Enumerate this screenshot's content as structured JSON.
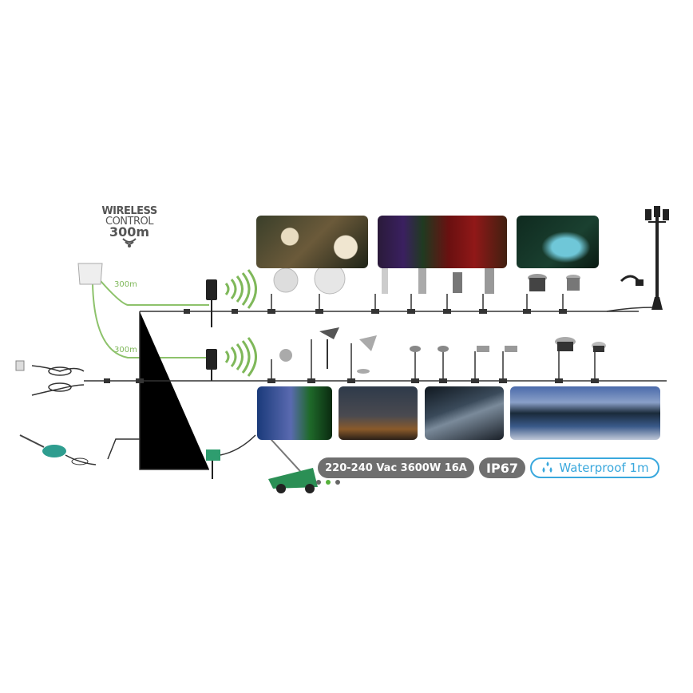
{
  "wireless": {
    "line1": "WIRELESS",
    "line2": "CONTROL",
    "line3": "300m",
    "icon": "wifi-signal-icon"
  },
  "distances": {
    "top": "300m",
    "bottom": "300m"
  },
  "specs": {
    "voltage": "220-240 Vac  3600W  16A",
    "ip_rating": "IP67",
    "waterproof": "Waterproof 1m",
    "waterproof_icon": "water-drops-icon"
  },
  "colors": {
    "wire": "#333333",
    "wireless_green": "#7fb85a",
    "badge_gray": "#6f6f6f",
    "water_blue": "#3aa8dd",
    "dot_active": "#55b13a"
  },
  "top_row_products": [
    "globe-light-small",
    "globe-light-large",
    "bollard-slim",
    "bollard-steel",
    "lantern-short",
    "bollard-square",
    "inground-light-large",
    "inground-light-small",
    "cable-adapter",
    "garden-lamp-post"
  ],
  "bottom_row_products": [
    "spotlight-small",
    "spotlight-spike",
    "spotlight-stand",
    "deck-light-1",
    "deck-light-2",
    "step-light-1",
    "step-light-2",
    "inground-light-large",
    "inground-light-small"
  ],
  "appliances": [
    "hedge-trimmer",
    "lawn-mower",
    "socket-stake",
    "extension-cables",
    "remote-control"
  ],
  "carousel": {
    "count": 4,
    "active_index": 2
  }
}
